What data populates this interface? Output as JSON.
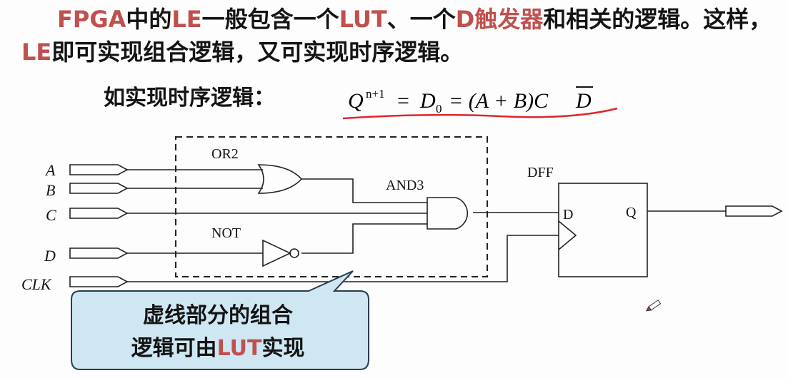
{
  "paragraph": {
    "s1": "FPGA",
    "s2": "中的",
    "s3": "LE",
    "s4": "一般包含一个",
    "s5": "LUT",
    "s6": "、一个",
    "s7": "D触发器",
    "s8": "和相关的逻辑。这样，",
    "s9": "LE",
    "s10": "即可实现组合逻辑，又可实现时序逻辑。"
  },
  "example": {
    "label": "如实现时序逻辑：",
    "eq_q": "Q",
    "eq_sup": "n+1",
    "eq_d": "D",
    "eq_sub": "0",
    "eq_rest": "= (A + B)C",
    "eq_dbar": "D",
    "eq_eq": "="
  },
  "inputs": {
    "a": "A",
    "b": "B",
    "c": "C",
    "d": "D",
    "clk": "CLK"
  },
  "gates": {
    "or2": "OR2",
    "and3": "AND3",
    "not": "NOT",
    "dff": "DFF",
    "dff_d": "D",
    "dff_q": "Q"
  },
  "callout": {
    "line1": "虚线部分的组合",
    "line2_a": "逻辑可由",
    "line2_b": "LUT",
    "line2_c": "实现"
  },
  "colors": {
    "highlight": "#c0504d",
    "underline": "#e0262a",
    "callout_fill": "#cfe7f3",
    "callout_border": "#2a3d52"
  }
}
